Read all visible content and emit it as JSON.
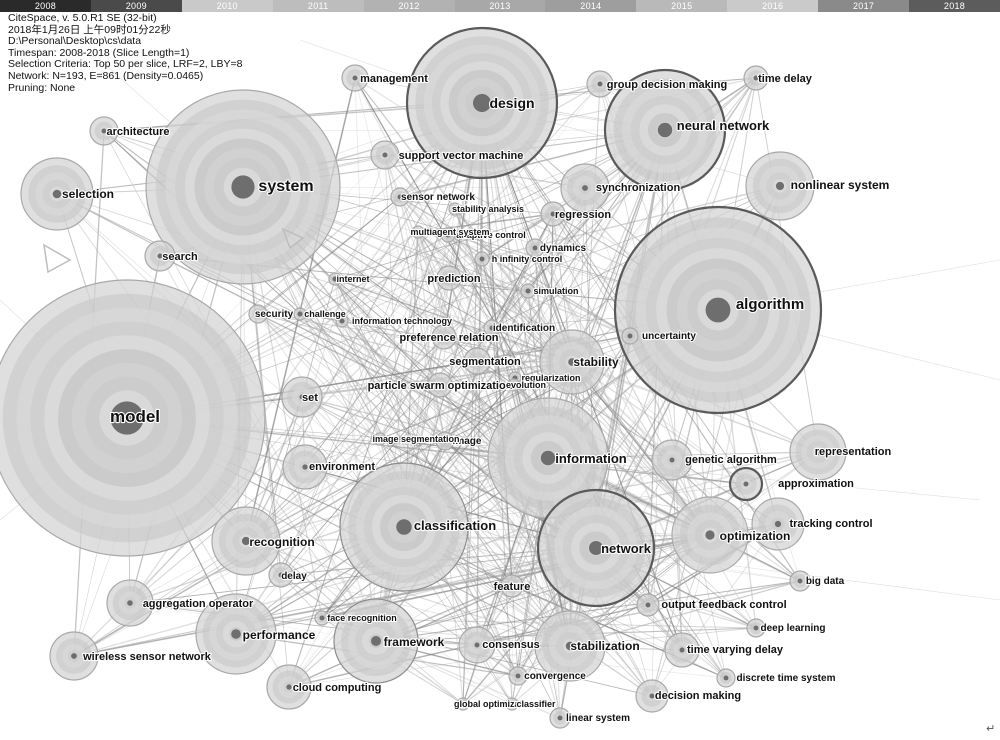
{
  "timeline": {
    "years": [
      "2008",
      "2009",
      "2010",
      "2011",
      "2012",
      "2013",
      "2014",
      "2015",
      "2016",
      "2017",
      "2018"
    ],
    "colors": [
      "#2a2a2a",
      "#4a4a4a",
      "#c9c9c9",
      "#bdbdbd",
      "#b2b2b2",
      "#a8a8a8",
      "#9e9e9e",
      "#b9b9b9",
      "#cacaca",
      "#8a8a8a",
      "#5c5c5c"
    ]
  },
  "header_lines": [
    "CiteSpace, v. 5.0.R1 SE (32-bit)",
    "2018年1月26日 上午09时01分22秒",
    "D:\\Personal\\Desktop\\cs\\data",
    "Timespan: 2008-2018 (Slice Length=1)",
    "Selection Criteria: Top 50 per slice, LRF=2, LBY=8",
    "Network: N=193, E=861 (Density=0.0465)",
    "Pruning: None"
  ],
  "nodes": [
    {
      "id": "model",
      "label": "model",
      "r": 138,
      "fs": 17,
      "tone": "light"
    },
    {
      "id": "algorithm",
      "label": "algorithm",
      "r": 103,
      "fs": 15,
      "tone": "dark"
    },
    {
      "id": "system",
      "label": "system",
      "r": 97,
      "fs": 16,
      "tone": "light"
    },
    {
      "id": "design",
      "label": "design",
      "r": 75,
      "fs": 14,
      "tone": "dark"
    },
    {
      "id": "classification",
      "label": "classification",
      "r": 64,
      "fs": 13,
      "tone": "mid"
    },
    {
      "id": "neural-network",
      "label": "neural network",
      "r": 60,
      "fs": 13,
      "tone": "dark"
    },
    {
      "id": "information",
      "label": "information",
      "r": 60,
      "fs": 13,
      "tone": "light"
    },
    {
      "id": "network",
      "label": "network",
      "r": 58,
      "fs": 13,
      "tone": "dark"
    },
    {
      "id": "framework",
      "label": "framework",
      "r": 42,
      "fs": 12,
      "tone": "mid"
    },
    {
      "id": "performance",
      "label": "performance",
      "r": 40,
      "fs": 12,
      "tone": "light"
    },
    {
      "id": "optimization",
      "label": "optimization",
      "r": 38,
      "fs": 12,
      "tone": "light"
    },
    {
      "id": "stabilization",
      "label": "stabilization",
      "r": 35,
      "fs": 12,
      "tone": "light"
    },
    {
      "id": "nonlinear-system",
      "label": "nonlinear system",
      "r": 34,
      "fs": 12,
      "tone": "light"
    },
    {
      "id": "stability",
      "label": "stability",
      "r": 32,
      "fs": 12,
      "tone": "light"
    },
    {
      "id": "selection",
      "label": "selection",
      "r": 36,
      "fs": 12,
      "tone": "light"
    },
    {
      "id": "recognition",
      "label": "recognition",
      "r": 34,
      "fs": 12,
      "tone": "light"
    },
    {
      "id": "representation",
      "label": "representation",
      "r": 28,
      "fs": 11,
      "tone": "light"
    },
    {
      "id": "tracking-control",
      "label": "tracking control",
      "r": 26,
      "fs": 11,
      "tone": "light"
    },
    {
      "id": "synchronization",
      "label": "synchronization",
      "r": 24,
      "fs": 11,
      "tone": "light"
    },
    {
      "id": "wireless-sensor-network",
      "label": "wireless sensor network",
      "r": 24,
      "fs": 11,
      "tone": "light"
    },
    {
      "id": "aggregation-operator",
      "label": "aggregation operator",
      "r": 23,
      "fs": 11,
      "tone": "light"
    },
    {
      "id": "cloud-computing",
      "label": "cloud computing",
      "r": 22,
      "fs": 11,
      "tone": "light"
    },
    {
      "id": "environment",
      "label": "environment",
      "r": 22,
      "fs": 11,
      "tone": "light"
    },
    {
      "id": "genetic-algorithm",
      "label": "genetic algorithm",
      "r": 20,
      "fs": 11,
      "tone": "light"
    },
    {
      "id": "time-varying-delay",
      "label": "time varying delay",
      "r": 17,
      "fs": 11,
      "tone": "light"
    },
    {
      "id": "approximation",
      "label": "approximation",
      "r": 16,
      "fs": 11,
      "tone": "dark"
    },
    {
      "id": "set",
      "label": "set",
      "r": 20,
      "fs": 11,
      "tone": "light"
    },
    {
      "id": "consensus",
      "label": "consensus",
      "r": 18,
      "fs": 11,
      "tone": "light"
    },
    {
      "id": "decision-making",
      "label": "decision making",
      "r": 16,
      "fs": 11,
      "tone": "light"
    },
    {
      "id": "support-vector-machine",
      "label": "support vector machine",
      "r": 14,
      "fs": 11,
      "tone": "light"
    },
    {
      "id": "group-decision-making",
      "label": "group decision making",
      "r": 13,
      "fs": 11,
      "tone": "light"
    },
    {
      "id": "search",
      "label": "search",
      "r": 15,
      "fs": 11,
      "tone": "light"
    },
    {
      "id": "architecture",
      "label": "architecture",
      "r": 14,
      "fs": 11,
      "tone": "light"
    },
    {
      "id": "management",
      "label": "management",
      "r": 13,
      "fs": 11,
      "tone": "light"
    },
    {
      "id": "time-delay",
      "label": "time delay",
      "r": 12,
      "fs": 11,
      "tone": "light"
    },
    {
      "id": "segmentation",
      "label": "segmentation",
      "r": 13,
      "fs": 11,
      "tone": "light"
    },
    {
      "id": "preference-relation",
      "label": "preference relation",
      "r": 12,
      "fs": 11,
      "tone": "light"
    },
    {
      "id": "particle-swarm-optimization",
      "label": "particle swarm optimization",
      "r": 12,
      "fs": 11,
      "tone": "light"
    },
    {
      "id": "prediction",
      "label": "prediction",
      "r": 12,
      "fs": 11,
      "tone": "light"
    },
    {
      "id": "regression",
      "label": "regression",
      "r": 12,
      "fs": 11,
      "tone": "light"
    },
    {
      "id": "delay",
      "label": "delay",
      "r": 12,
      "fs": 10,
      "tone": "light"
    },
    {
      "id": "feature",
      "label": "feature",
      "r": 11,
      "fs": 11,
      "tone": "light"
    },
    {
      "id": "output-feedback-control",
      "label": "output feedback control",
      "r": 11,
      "fs": 11,
      "tone": "light"
    },
    {
      "id": "big-data",
      "label": "big data",
      "r": 10,
      "fs": 10,
      "tone": "light"
    },
    {
      "id": "deep-learning",
      "label": "deep learning",
      "r": 9,
      "fs": 10,
      "tone": "light"
    },
    {
      "id": "discrete-time-system",
      "label": "discrete time system",
      "r": 9,
      "fs": 10,
      "tone": "light"
    },
    {
      "id": "convergence",
      "label": "convergence",
      "r": 9,
      "fs": 10,
      "tone": "light"
    },
    {
      "id": "linear-system",
      "label": "linear system",
      "r": 10,
      "fs": 10,
      "tone": "light"
    },
    {
      "id": "image",
      "label": "image",
      "r": 9,
      "fs": 10,
      "tone": "light"
    },
    {
      "id": "dynamics",
      "label": "dynamics",
      "r": 9,
      "fs": 10,
      "tone": "light"
    },
    {
      "id": "sensor-network",
      "label": "sensor network",
      "r": 9,
      "fs": 10,
      "tone": "light"
    },
    {
      "id": "security",
      "label": "security",
      "r": 9,
      "fs": 10,
      "tone": "light"
    },
    {
      "id": "uncertainty",
      "label": "uncertainty",
      "r": 8,
      "fs": 10,
      "tone": "light"
    },
    {
      "id": "identification",
      "label": "identification",
      "r": 8,
      "fs": 10,
      "tone": "light"
    },
    {
      "id": "simulation",
      "label": "simulation",
      "r": 7,
      "fs": 9,
      "tone": "light"
    },
    {
      "id": "h-infinity-control",
      "label": "h infinity control",
      "r": 7,
      "fs": 9,
      "tone": "light"
    },
    {
      "id": "adaptive-control",
      "label": "adaptive control",
      "r": 7,
      "fs": 9,
      "tone": "light"
    },
    {
      "id": "multiagent-system",
      "label": "multiagent system",
      "r": 6,
      "fs": 9,
      "tone": "light"
    },
    {
      "id": "stability-analysis",
      "label": "stability analysis",
      "r": 6,
      "fs": 9,
      "tone": "light"
    },
    {
      "id": "challenge",
      "label": "challenge",
      "r": 6,
      "fs": 9,
      "tone": "light"
    },
    {
      "id": "information-technology",
      "label": "information technology",
      "r": 6,
      "fs": 9,
      "tone": "light"
    },
    {
      "id": "internet",
      "label": "internet",
      "r": 6,
      "fs": 9,
      "tone": "light"
    },
    {
      "id": "regularization",
      "label": "regularization",
      "r": 6,
      "fs": 9,
      "tone": "light"
    },
    {
      "id": "evolution",
      "label": "evolution",
      "r": 6,
      "fs": 9,
      "tone": "light"
    },
    {
      "id": "image-segmentation",
      "label": "image segmentation",
      "r": 6,
      "fs": 9,
      "tone": "light"
    },
    {
      "id": "face-recognition",
      "label": "face recognition",
      "r": 7,
      "fs": 9,
      "tone": "light"
    },
    {
      "id": "global-optimization",
      "label": "global optimization",
      "r": 6,
      "fs": 9,
      "tone": "light"
    },
    {
      "id": "classifier",
      "label": "classifier",
      "r": 6,
      "fs": 9,
      "tone": "light"
    }
  ],
  "corner_mark": "↵"
}
